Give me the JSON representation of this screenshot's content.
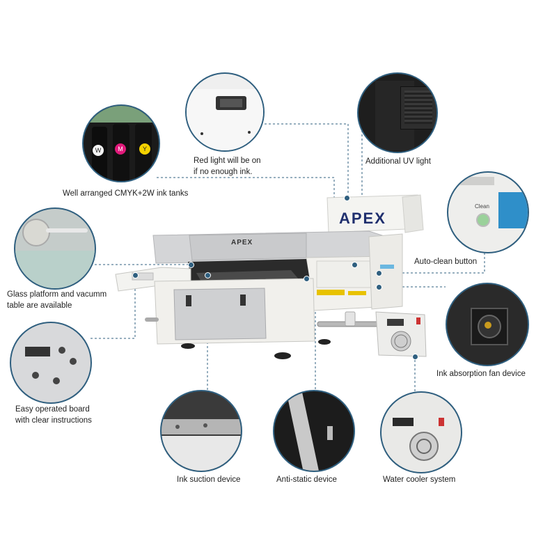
{
  "brand": {
    "logo_text": "APEX",
    "small_logo_text": "APEX"
  },
  "callouts": {
    "red_light": "Red light will be on\nif no enough ink.",
    "uv_light": "Additional UV light",
    "ink_tanks": "Well arranged CMYK+2W ink tanks",
    "auto_clean": "Auto-clean button",
    "glass_platform": "Glass platform and vacumm\ntable are available",
    "ink_absorption_fan": "Ink absorption fan device",
    "operated_board": "Easy operated board\nwith clear instructions",
    "ink_suction": "Ink suction device",
    "anti_static": "Anti-static device",
    "water_cooler": "Water cooler system"
  },
  "ink_tank_letters": [
    "W",
    "M",
    "Y"
  ],
  "clean_button_label": "Clean",
  "colors": {
    "callout_line": "#2f5f7f",
    "printer_body": "#f1f0ec",
    "panel_grey": "#cfd0d2"
  }
}
